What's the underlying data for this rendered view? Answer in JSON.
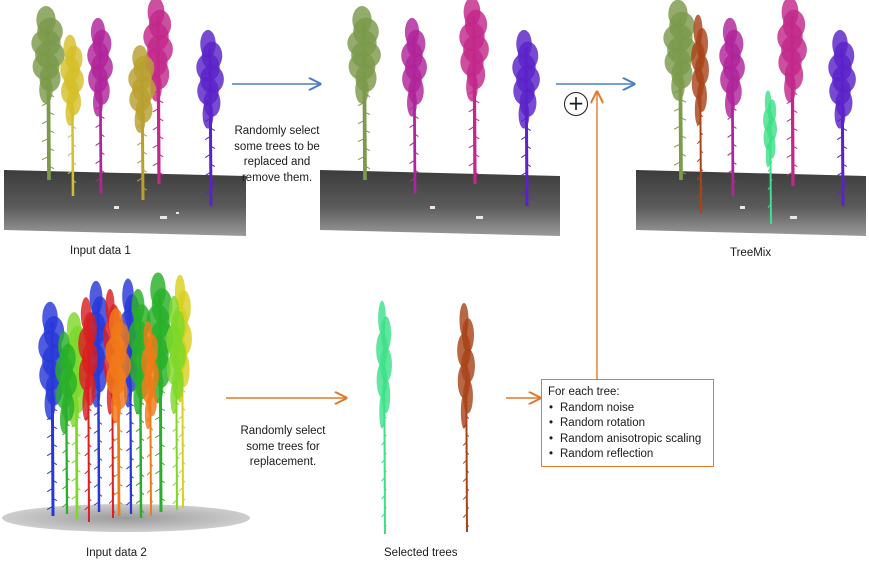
{
  "labels": {
    "input1": "Input data 1",
    "input2": "Input data 2",
    "treemix": "TreeMix",
    "selected": "Selected trees"
  },
  "notes": {
    "remove": [
      "Randomly select",
      "some trees to be",
      "replaced and",
      "remove them."
    ],
    "replace": [
      "Randomly select",
      "some trees for",
      "replacement."
    ]
  },
  "augment": {
    "heading": "For each tree:",
    "items": [
      "Random noise",
      "Random rotation",
      "Random anisotropic scaling",
      "Random reflection"
    ]
  },
  "combine_symbol": "+",
  "colors": {
    "blue_arrow": "#4a7fc8",
    "orange_arrow": "#e07a2c",
    "ground_dark": "#4a4a4a",
    "ground_light": "#8a8a8a",
    "tree_olive": "#7b9a4a",
    "tree_yellow": "#d4c02a",
    "tree_magenta": "#b0259a",
    "tree_pink": "#c2288a",
    "tree_gold": "#b8a030",
    "tree_purple": "#5a22c8",
    "tree_brown": "#a8441a",
    "tree_mint": "#3ee08a",
    "forest_blue": "#2838d8",
    "forest_green": "#28b028",
    "forest_lime": "#7ed82a",
    "forest_red": "#d82020",
    "forest_orange": "#f07a18",
    "forest_yellow": "#d8d020"
  }
}
